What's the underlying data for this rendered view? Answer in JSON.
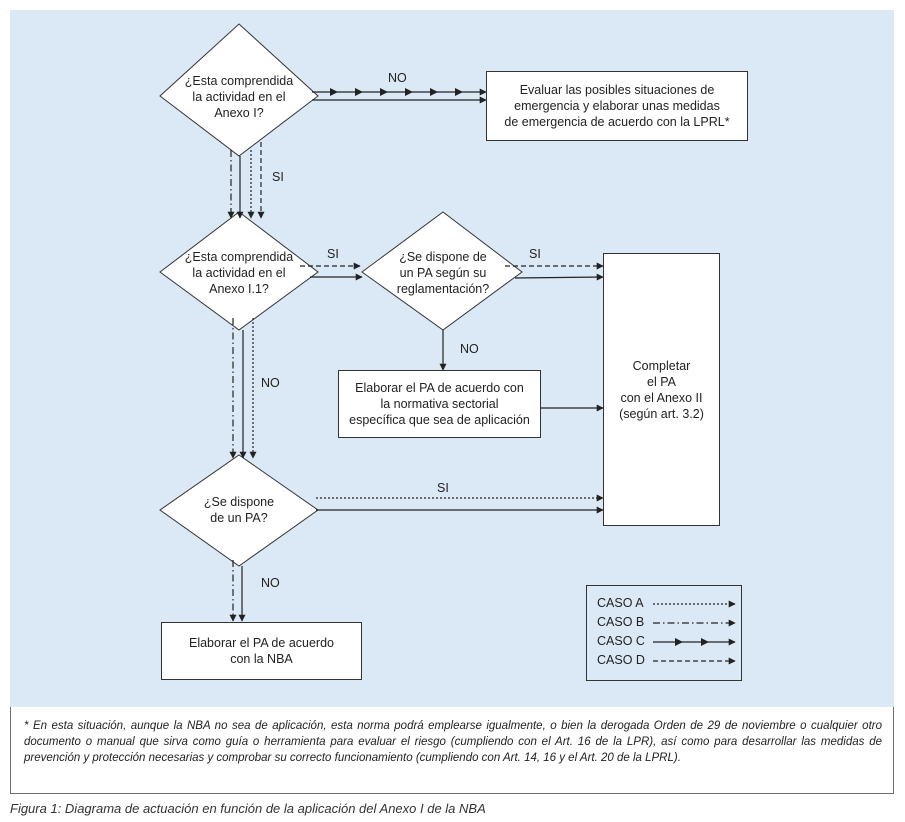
{
  "diagram": {
    "q1": "¿Esta comprendida\nla actividad en el\nAnexo I?",
    "q2": "¿Esta comprendida\nla actividad en el\nAnexo I.1?",
    "q3": "¿Se dispone de\nun PA según su\nreglamentación?",
    "q4": "¿Se dispone\nde un PA?",
    "box_emergency": "Evaluar las posibles situaciones de\nemergencia y elaborar unas medidas\nde emergencia de acuerdo con la LPRL*",
    "box_sectorial": "Elaborar el PA de acuerdo con\nla normativa sectorial\nespecífica  que sea de aplicación",
    "box_complete": "Completar\nel  PA\ncon el Anexo II\n(según art. 3.2)",
    "box_nba": "Elaborar el PA de acuerdo\ncon  la NBA",
    "labels": {
      "no_q1": "NO",
      "si_q1": "SI",
      "si_q2": "SI",
      "si_q3": "SI",
      "no_q3": "NO",
      "no_q2": "NO",
      "si_q4": "SI",
      "no_q4": "NO"
    }
  },
  "legend": {
    "items": [
      {
        "label": "CASO A",
        "style": "dotted"
      },
      {
        "label": "CASO B",
        "style": "dashdot"
      },
      {
        "label": "CASO C",
        "style": "solid-arrows"
      },
      {
        "label": "CASO D",
        "style": "dashed"
      }
    ]
  },
  "footnote": "* En esta situación, aunque la NBA no sea de aplicación, esta norma podrá emplearse igualmente, o bien la derogada Orden de 29 de noviembre o cualquier otro documento o manual que sirva como guía o herramienta para evaluar el riesgo (cumpliendo con el Art. 16 de la LPR), así como para desarrollar las medidas de prevención y protección necesarias y comprobar su correcto funcionamiento (cumpliendo con Art. 14, 16 y el Art. 20 de la LPRL).",
  "caption": "Figura 1: Diagrama de actuación en función de la aplicación del Anexo I de la NBA",
  "colors": {
    "panel": "#dbe9f6",
    "line": "#333333"
  }
}
